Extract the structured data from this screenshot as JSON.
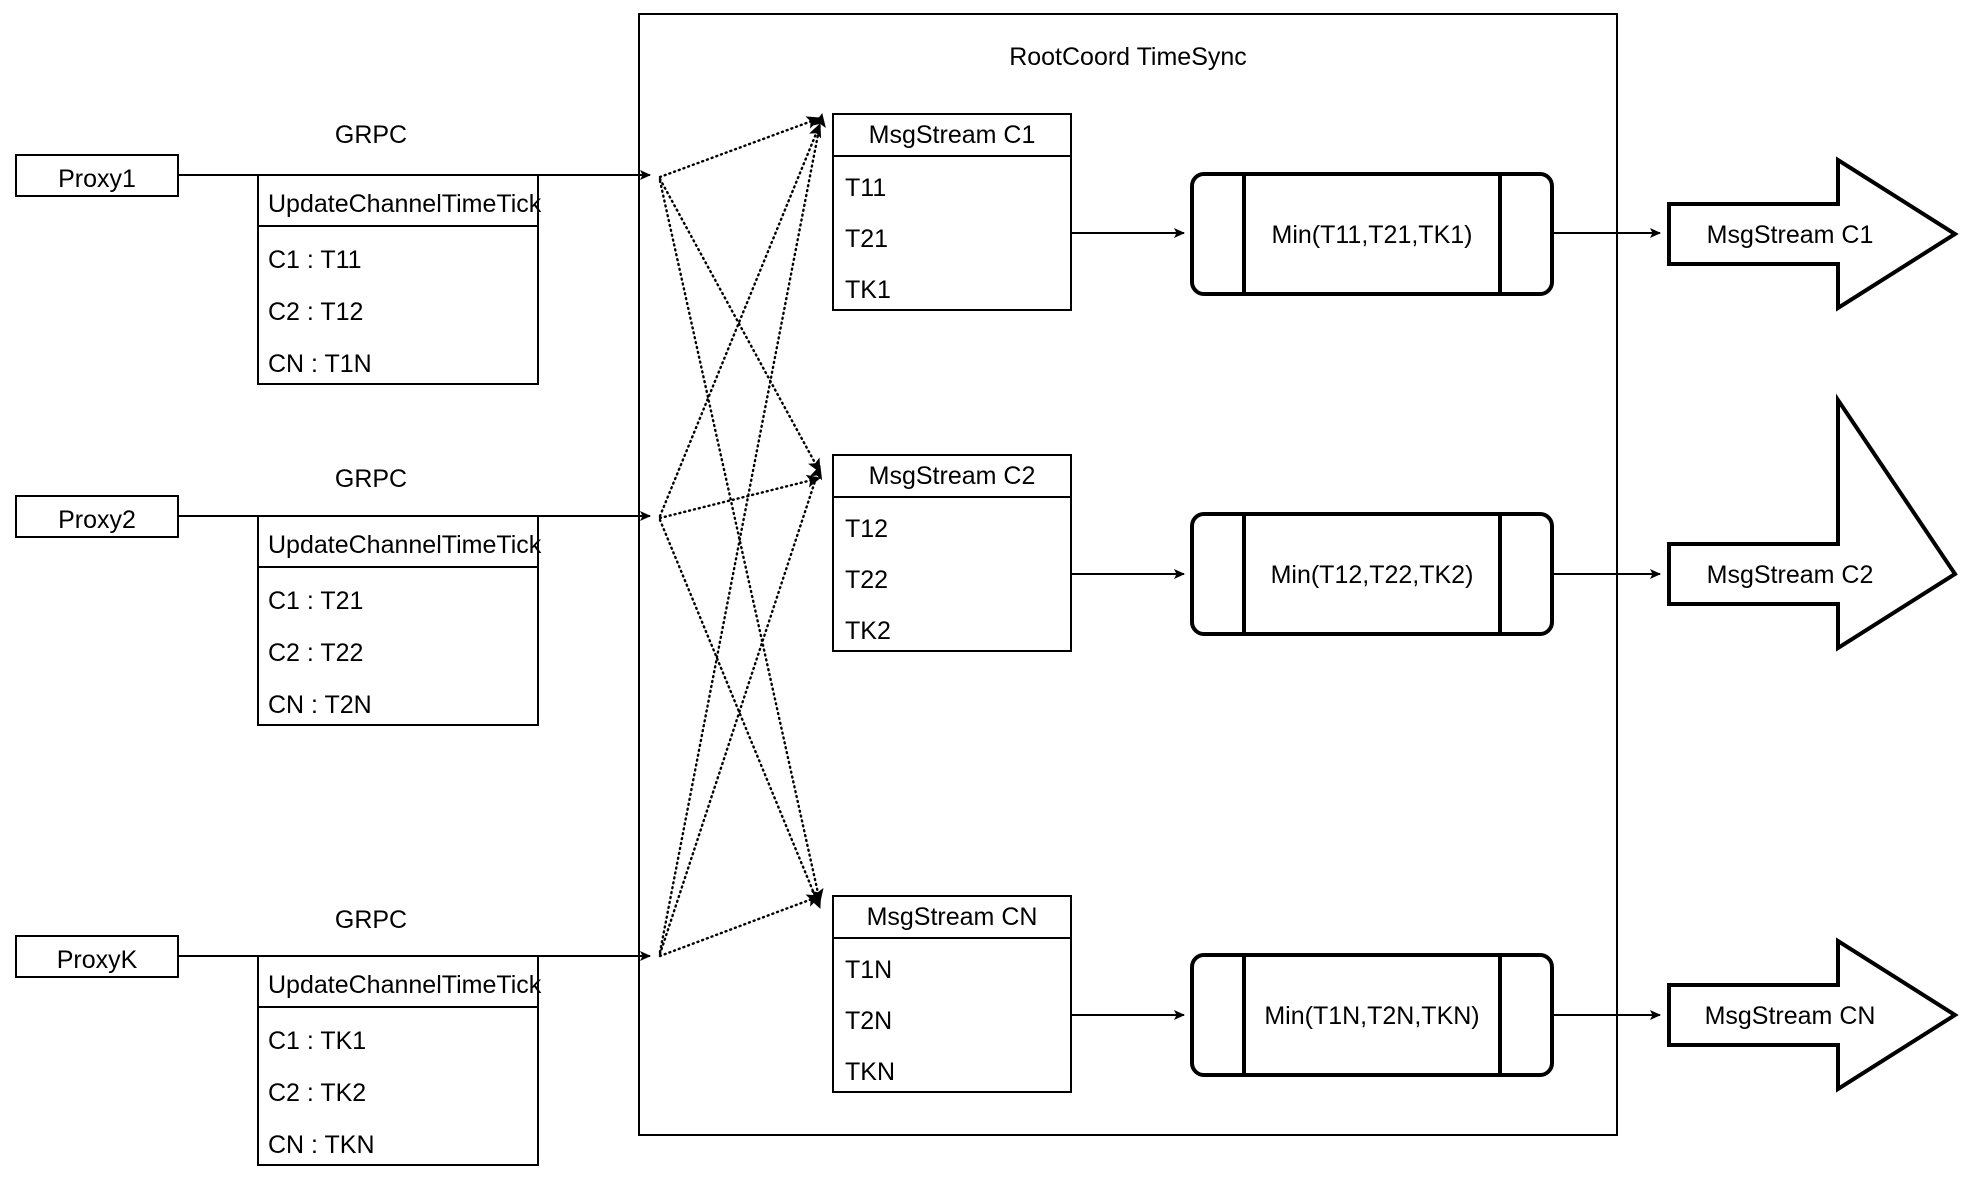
{
  "diagram": {
    "title": "RootCoord TimeSync",
    "container_label": "RootCoord TimeSync",
    "colors": {
      "stroke": "#000000",
      "fill": "#ffffff",
      "background": "#ffffff"
    }
  },
  "proxies": [
    {
      "name": "Proxy1",
      "link_label": "GRPC",
      "request_title": "UpdateChannelTimeTick",
      "entries": [
        "C1 :  T11",
        "C2 :  T12",
        "CN : T1N"
      ]
    },
    {
      "name": "Proxy2",
      "link_label": "GRPC",
      "request_title": "UpdateChannelTimeTick",
      "entries": [
        "C1 :  T21",
        "C2 :  T22",
        "CN : T2N"
      ]
    },
    {
      "name": "ProxyK",
      "link_label": "GRPC",
      "request_title": "UpdateChannelTimeTick",
      "entries": [
        "C1 :  TK1",
        "C2 :  TK2",
        "CN : TKN"
      ]
    }
  ],
  "channels": [
    {
      "stream_title": "MsgStream C1",
      "ticks": [
        "T11",
        "T21",
        "TK1"
      ],
      "min_label": "Min(T11,T21,TK1)",
      "output_label": "MsgStream C1"
    },
    {
      "stream_title": "MsgStream C2",
      "ticks": [
        "T12",
        "T22",
        "TK2"
      ],
      "min_label": "Min(T12,T22,TK2)",
      "output_label": "MsgStream C2"
    },
    {
      "stream_title": "MsgStream CN",
      "ticks": [
        "T1N",
        "T2N",
        "TKN"
      ],
      "min_label": "Min(T1N,T2N,TKN)",
      "output_label": "MsgStream CN"
    }
  ]
}
